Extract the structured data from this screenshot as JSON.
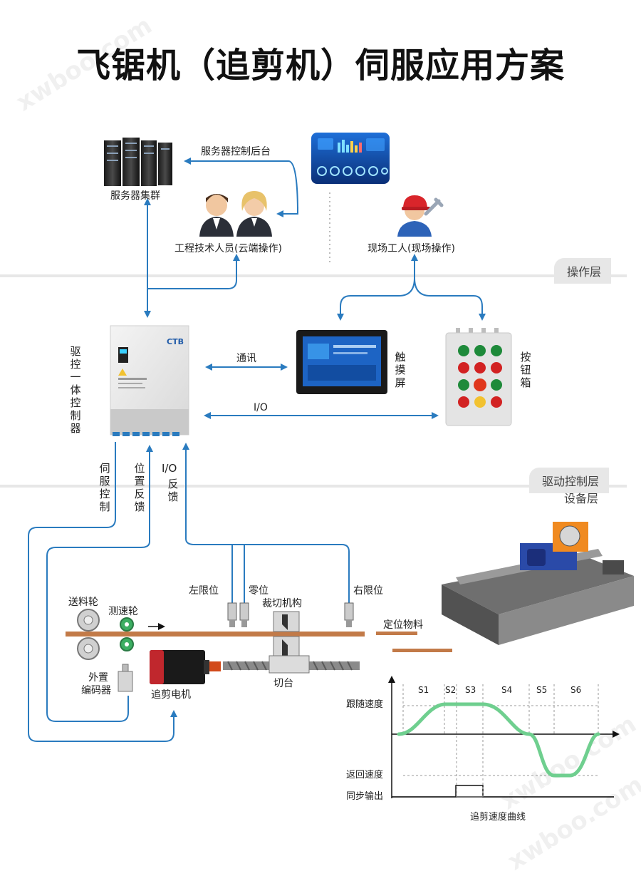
{
  "title": "飞锯机（追剪机）伺服应用方案",
  "watermarks": [
    "xwboo.com",
    "xwboo.com",
    "xwboo.com"
  ],
  "layers": {
    "operation": "操作层",
    "drive": "驱动控制层",
    "device": "设备层"
  },
  "top": {
    "server_cluster": "服务器集群",
    "server_backend": "服务器控制后台",
    "engineers": "工程技术人员(云端操作)",
    "workers": "现场工人(现场操作)"
  },
  "control": {
    "controller_label": "驱控一体控制器",
    "brand": "CTB",
    "comm": "通讯",
    "io": "I/O",
    "touch_screen": "触摸屏",
    "button_box": "按钮箱"
  },
  "links": {
    "servo_control": "伺服控制",
    "position_feedback": "位置反馈",
    "io_feedback_1": "I/O",
    "io_feedback_2": "反馈"
  },
  "machine": {
    "feed_wheel": "送料轮",
    "speed_wheel": "测速轮",
    "left_limit": "左限位",
    "zero": "零位",
    "right_limit": "右限位",
    "cutting_mechanism": "裁切机构",
    "positioning_material": "定位物料",
    "external_encoder_1": "外置",
    "external_encoder_2": "编码器",
    "cut_motor": "追剪电机",
    "cut_table": "切台"
  },
  "chart_data": {
    "type": "line",
    "title": "追剪速度曲线",
    "segments": [
      "S1",
      "S2",
      "S3",
      "S4",
      "S5",
      "S6"
    ],
    "ylabels": {
      "follow": "跟随速度",
      "return": "返回速度",
      "sync": "同步输出"
    }
  },
  "colors": {
    "arrow": "#2a7bbf",
    "belt": "#c27a48",
    "curve": "#6fcf8f",
    "tab": "#e7e7e7"
  }
}
